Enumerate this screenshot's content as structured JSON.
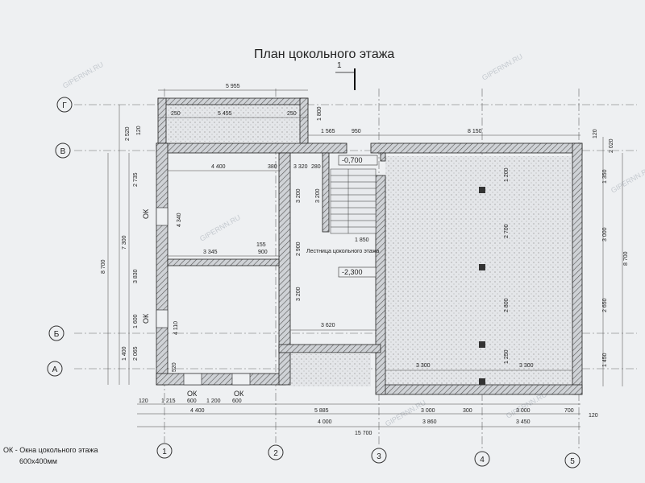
{
  "plan": {
    "title": "План цокольного этажа",
    "section_mark": "1",
    "legend_line1": "ОК - Окна цокольного этажа",
    "legend_line2": "600х400мм",
    "window_label": "ОК",
    "stair_label": "Лестница цокольного этажа",
    "levels": [
      "-0,700",
      "-2,300"
    ],
    "watermark": "GIPERNN.RU"
  },
  "axes": {
    "letters": [
      "Г",
      "В",
      "Б",
      "А"
    ],
    "numbers": [
      "1",
      "2",
      "3",
      "4",
      "5"
    ]
  },
  "dims": {
    "top_total": "5 955",
    "top_inner": "5 455",
    "top_250_l": "250",
    "top_250_r": "250",
    "top_1800": "1 800",
    "top_1565": "1 565",
    "top_950": "950",
    "top_8150": "8 150",
    "row_4400": "4 400",
    "row_380a": "380",
    "row_3320": "3 320",
    "row_280": "280",
    "row_3345": "3 345",
    "row_155": "155",
    "row_900": "900",
    "row_3620": "3 620",
    "row_1850": "1 850",
    "row_3300a": "3 300",
    "row_3300b": "3 300",
    "b_120l": "120",
    "b_1215": "1 215",
    "b_600a": "600",
    "b_1200": "1 200",
    "b_600b": "600",
    "b_4400": "4 400",
    "b_5885": "5 885",
    "b_4000": "4 000",
    "b_3000": "3 000",
    "b_3860": "3 860",
    "b_300": "300",
    "b_3000r": "3 000",
    "b_3450": "3 450",
    "b_700": "700",
    "b_120r": "120",
    "b_total": "15 700",
    "l_2520": "2 520",
    "l_120": "120",
    "l_2735": "2 735",
    "l_7300": "7 300",
    "l_8700": "8 700",
    "l_3830": "3 830",
    "l_1600": "1 600",
    "l_2065": "2 065",
    "l_1400": "1 400",
    "r_2020": "2 020",
    "r_1350": "1 350",
    "r_3000": "3 000",
    "r_8700": "8 700",
    "r_2650": "2 650",
    "r_1450": "1 450",
    "r_120": "120",
    "i_4340": "4 340",
    "i_3200a": "3 200",
    "i_3200b": "3 200",
    "i_4110": "4 110",
    "i_520": "520",
    "i_2900": "2 900",
    "i_3200c": "3 200",
    "i_1200": "1 200",
    "i_2700": "2 700",
    "i_2800": "2 800",
    "i_1250": "1 250"
  }
}
